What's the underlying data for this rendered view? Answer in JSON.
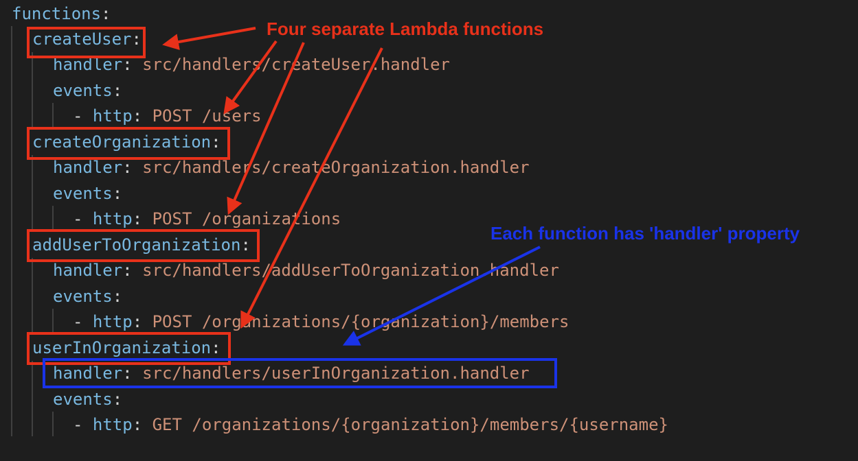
{
  "code": {
    "root_key": "functions",
    "functions": [
      {
        "name": "createUser",
        "handler_key": "handler",
        "handler_value": "src/handlers/createUser.handler",
        "events_key": "events",
        "event_key": "http",
        "event_value": "POST /users"
      },
      {
        "name": "createOrganization",
        "handler_key": "handler",
        "handler_value": "src/handlers/createOrganization.handler",
        "events_key": "events",
        "event_key": "http",
        "event_value": "POST /organizations"
      },
      {
        "name": "addUserToOrganization",
        "handler_key": "handler",
        "handler_value": "src/handlers/addUserToOrganization.handler",
        "events_key": "events",
        "event_key": "http",
        "event_value": "POST /organizations/{organization}/members"
      },
      {
        "name": "userInOrganization",
        "handler_key": "handler",
        "handler_value": "src/handlers/userInOrganization.handler",
        "events_key": "events",
        "event_key": "http",
        "event_value": "GET /organizations/{organization}/members/{username}"
      }
    ]
  },
  "annotations": {
    "functions_note": "Four separate Lambda functions",
    "handler_note": "Each function has 'handler' property"
  },
  "colors": {
    "background": "#1e1e1e",
    "key": "#79b8e0",
    "value": "#ce9178",
    "red_annotation": "#e8311a",
    "blue_annotation": "#1a33e8"
  }
}
